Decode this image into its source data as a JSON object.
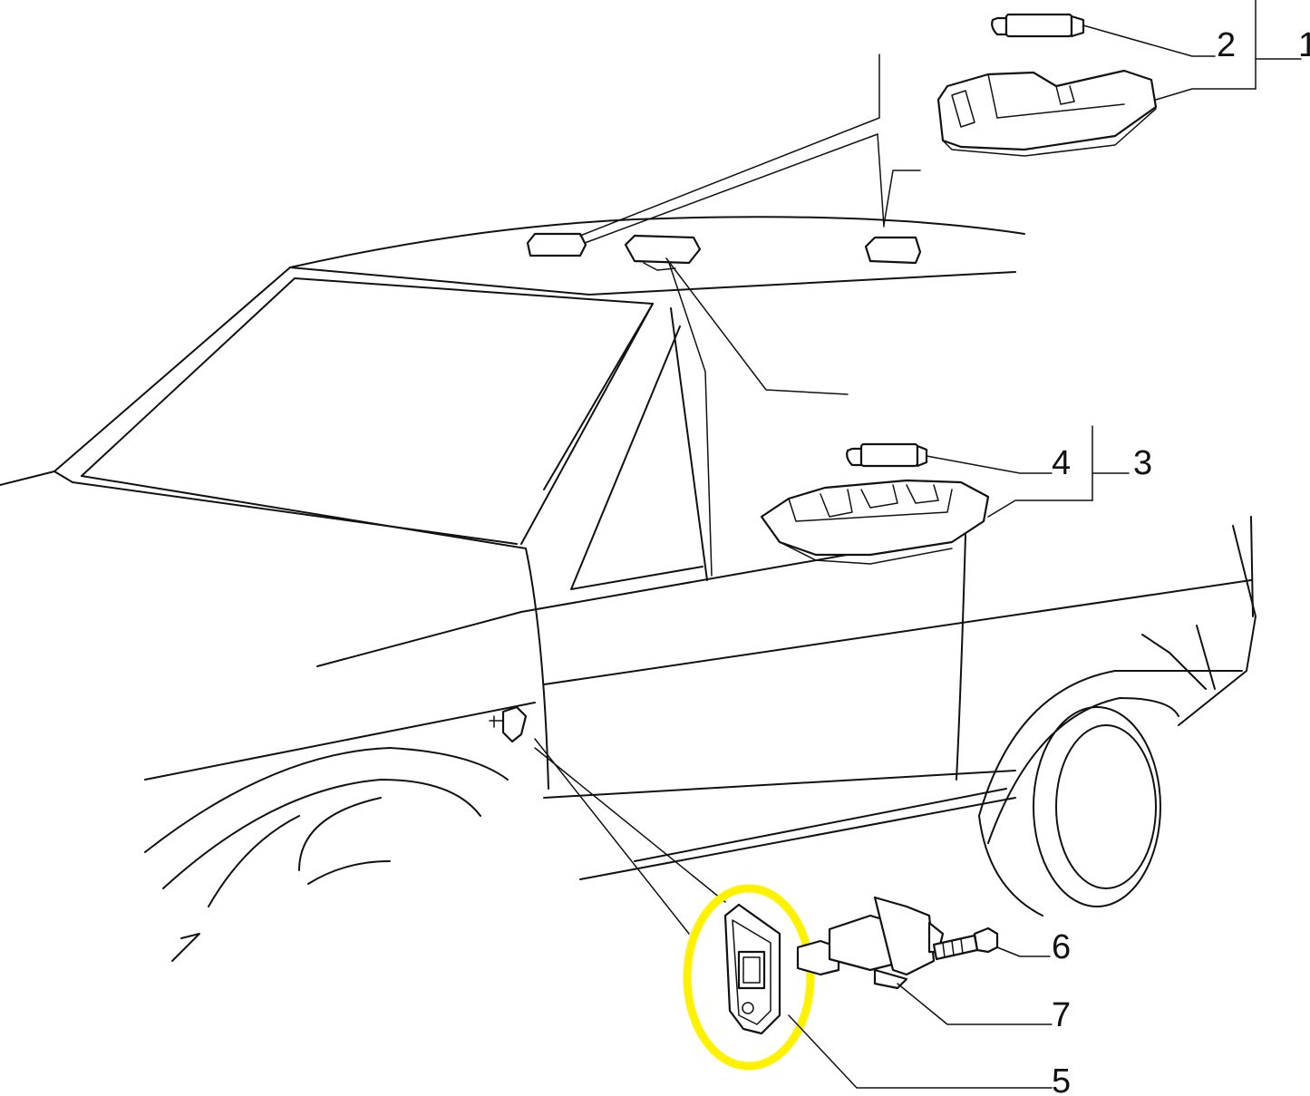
{
  "labels": {
    "item1": "1",
    "item2": "2",
    "item3": "3",
    "item4": "4",
    "item5": "5",
    "item6": "6",
    "item7": "7"
  },
  "colors": {
    "line": "#111111",
    "background": "#ffffff",
    "highlight": "#fff200"
  },
  "highlighted_part": "5"
}
